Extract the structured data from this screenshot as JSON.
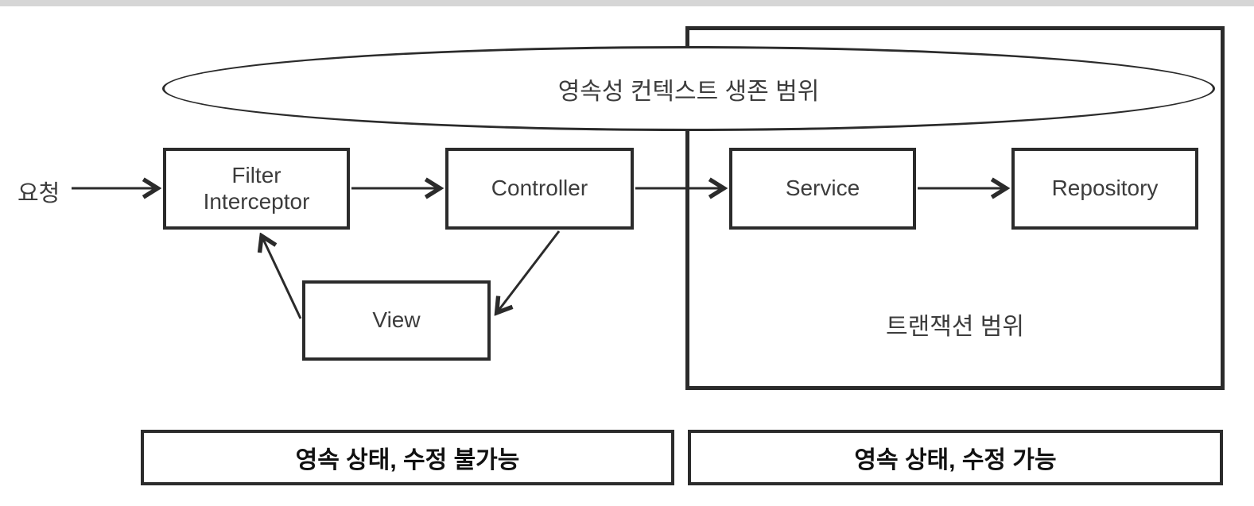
{
  "diagram": {
    "kind": "spring-jpa-persistence-context-scope",
    "labels": {
      "persistence_scope": "영속성 컨텍스트 생존 범위",
      "request": "요청",
      "filter_line1": "Filter",
      "filter_line2": "Interceptor",
      "controller": "Controller",
      "view": "View",
      "service": "Service",
      "repository": "Repository",
      "transaction_scope": "트랜잭션 범위",
      "state_left": "영속 상태, 수정 불가능",
      "state_right": "영속 상태, 수정 가능"
    },
    "nodes": [
      "Filter/Interceptor",
      "Controller",
      "View",
      "Service",
      "Repository"
    ],
    "edges": [
      {
        "from": "요청",
        "to": "Filter/Interceptor"
      },
      {
        "from": "Filter/Interceptor",
        "to": "Controller"
      },
      {
        "from": "Controller",
        "to": "Service"
      },
      {
        "from": "Controller",
        "to": "View"
      },
      {
        "from": "View",
        "to": "Filter/Interceptor"
      },
      {
        "from": "Service",
        "to": "Repository"
      }
    ],
    "colors": {
      "stroke": "#2b2b2b",
      "text": "#3c3c3c",
      "background": "#ffffff",
      "top_strip": "#d6d6d6"
    }
  }
}
